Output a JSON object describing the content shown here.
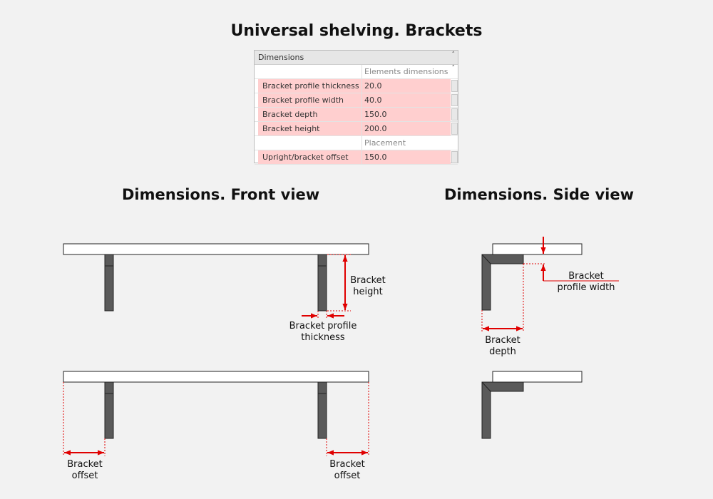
{
  "title": "Universal shelving. Brackets",
  "panel": {
    "header": "Dimensions",
    "collapse_icon": "double-chevron-up-icon",
    "rows": [
      {
        "type": "group",
        "name": "",
        "value": "Elements dimensions"
      },
      {
        "type": "param",
        "name": "Bracket profile thickness",
        "value": "20.0"
      },
      {
        "type": "param",
        "name": "Bracket profile width",
        "value": "40.0"
      },
      {
        "type": "param",
        "name": "Bracket depth",
        "value": "150.0"
      },
      {
        "type": "param",
        "name": "Bracket height",
        "value": "200.0"
      },
      {
        "type": "group",
        "name": "",
        "value": "Placement"
      },
      {
        "type": "param",
        "name": "Upright/bracket offset",
        "value": "150.0"
      }
    ]
  },
  "front_view": {
    "title": "Dimensions.  Front view",
    "labels": {
      "height_1": "Bracket",
      "height_2": "height",
      "thickness_1": "Bracket profile",
      "thickness_2": "thickness",
      "offset_left_1": "Bracket",
      "offset_left_2": "offset",
      "offset_right_1": "Bracket",
      "offset_right_2": "offset"
    }
  },
  "side_view": {
    "title": "Dimensions. Side view",
    "labels": {
      "width_1": "Bracket",
      "width_2": "profile width",
      "depth_1": "Bracket",
      "depth_2": "depth"
    }
  },
  "colors": {
    "dimension": "#e00000",
    "bracket_fill": "#5a5a5a",
    "shelf_fill": "#ffffff",
    "outline": "#222222",
    "param_row": "#ffcfcf"
  }
}
